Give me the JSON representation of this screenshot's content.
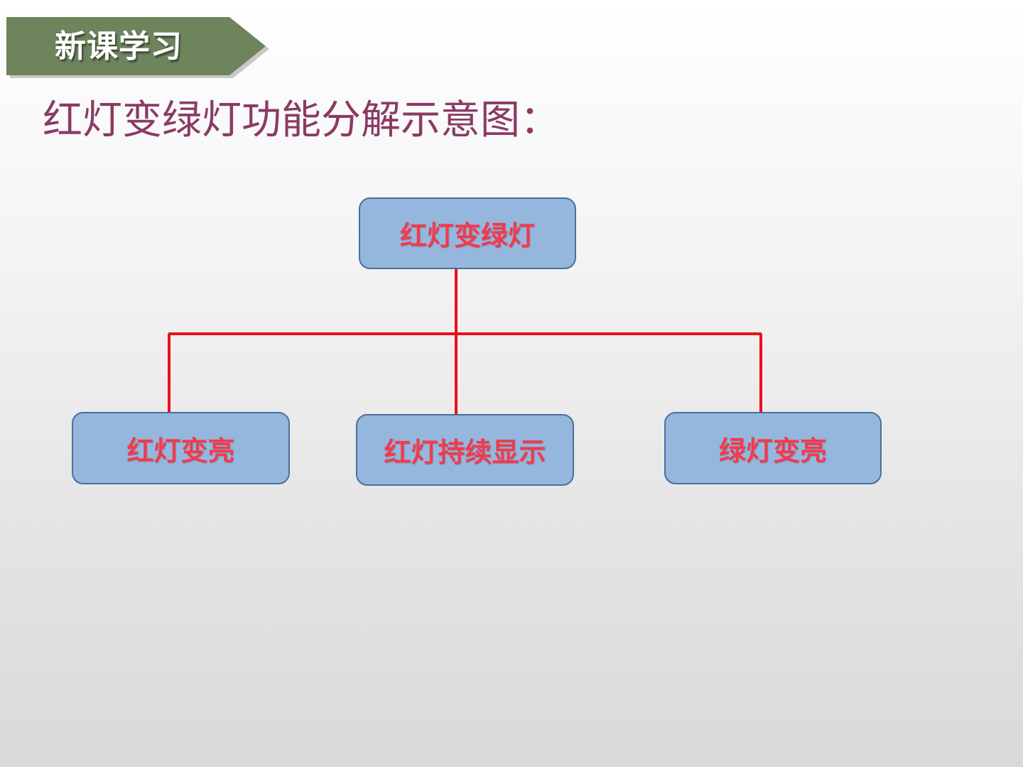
{
  "banner": {
    "label": "新课学习"
  },
  "page": {
    "title": "红灯变绿灯功能分解示意图："
  },
  "diagram": {
    "root": "红灯变绿灯",
    "children": [
      "红灯变亮",
      "红灯持续显示",
      "绿灯变亮"
    ],
    "node_fill": "#95b7de",
    "node_border": "#4a6f99",
    "node_text_color": "#f23a4c",
    "connector_color": "#e8101b"
  }
}
